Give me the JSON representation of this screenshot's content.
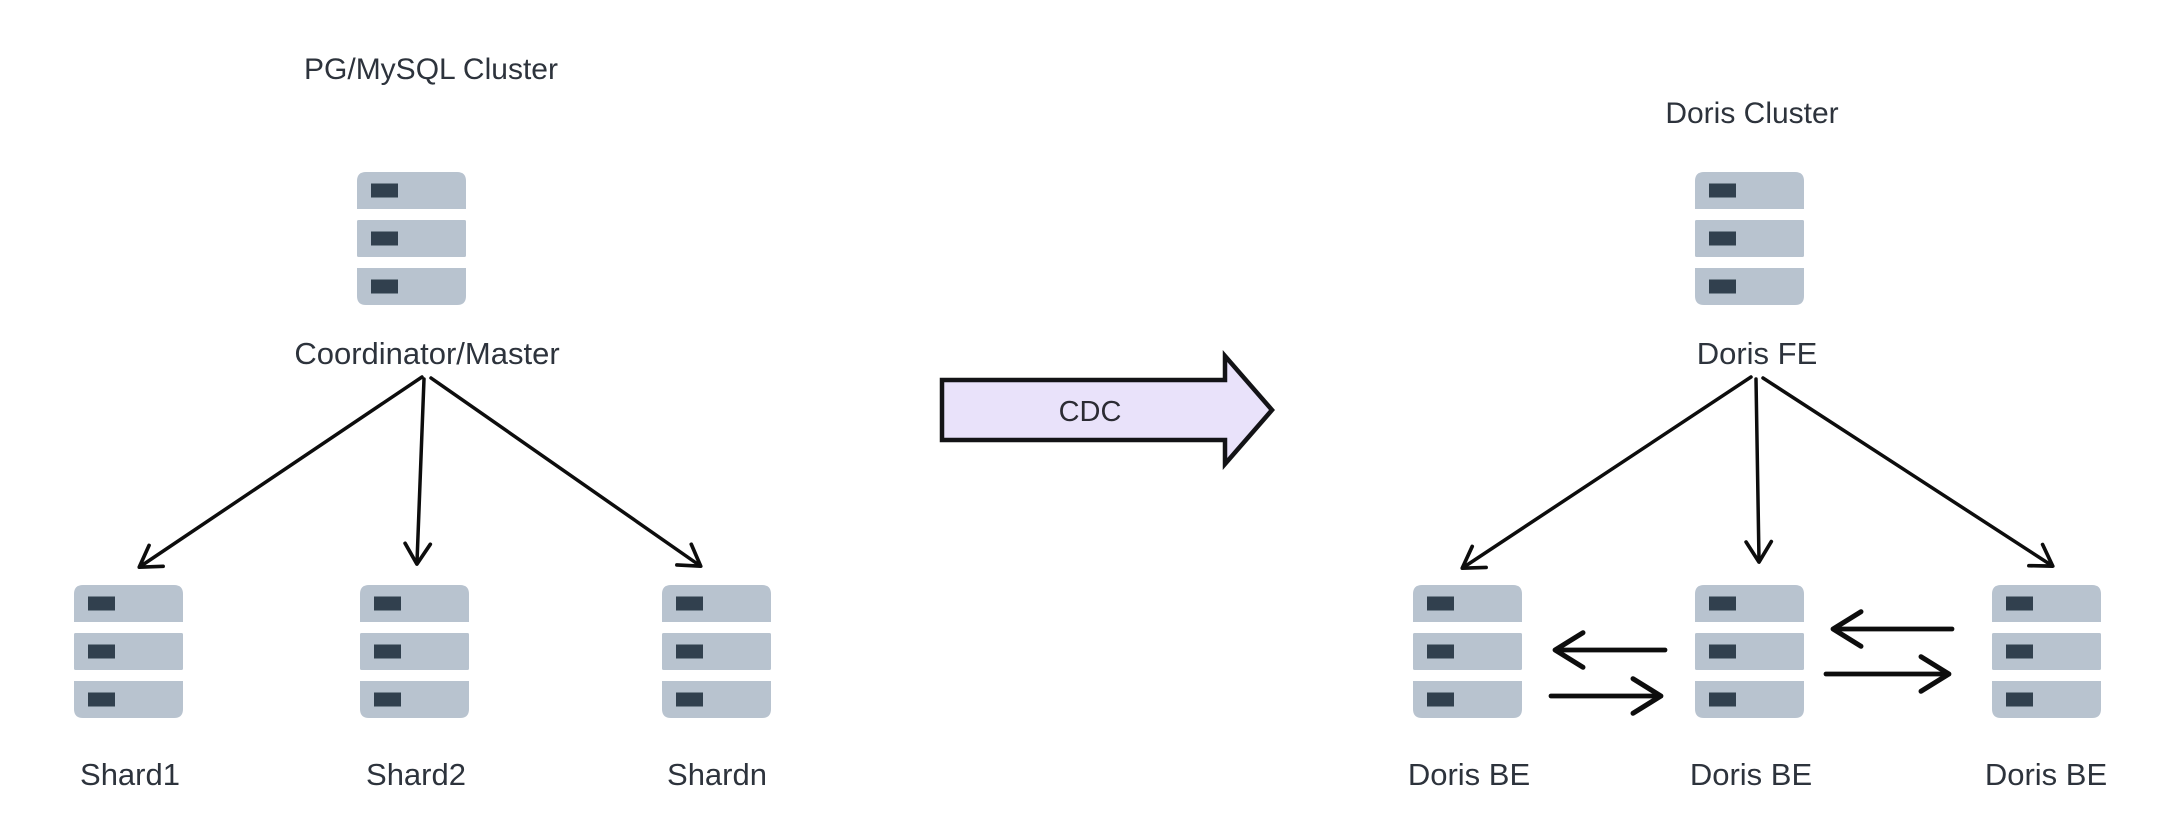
{
  "source_cluster": {
    "title": "PG/MySQL Cluster",
    "coordinator_label": "Coordinator/Master",
    "shards": [
      {
        "label": "Shard1"
      },
      {
        "label": "Shard2"
      },
      {
        "label": "Shardn"
      }
    ]
  },
  "cdc_arrow": {
    "label": "CDC"
  },
  "target_cluster": {
    "title": "Doris Cluster",
    "fe_label": "Doris FE",
    "backends": [
      {
        "label": "Doris BE"
      },
      {
        "label": "Doris BE"
      },
      {
        "label": "Doris BE"
      }
    ]
  },
  "icons": {
    "server": "server-stack-icon"
  },
  "colors": {
    "background": "#ffffff",
    "server_fill": "#b8c3cf",
    "server_slot": "#31404e",
    "arrow": "#0d0d0d",
    "label_text": "#2d333c",
    "cdc_fill": "#e9e2fa",
    "cdc_border": "#131316",
    "cdc_text": "#2b2b33"
  }
}
